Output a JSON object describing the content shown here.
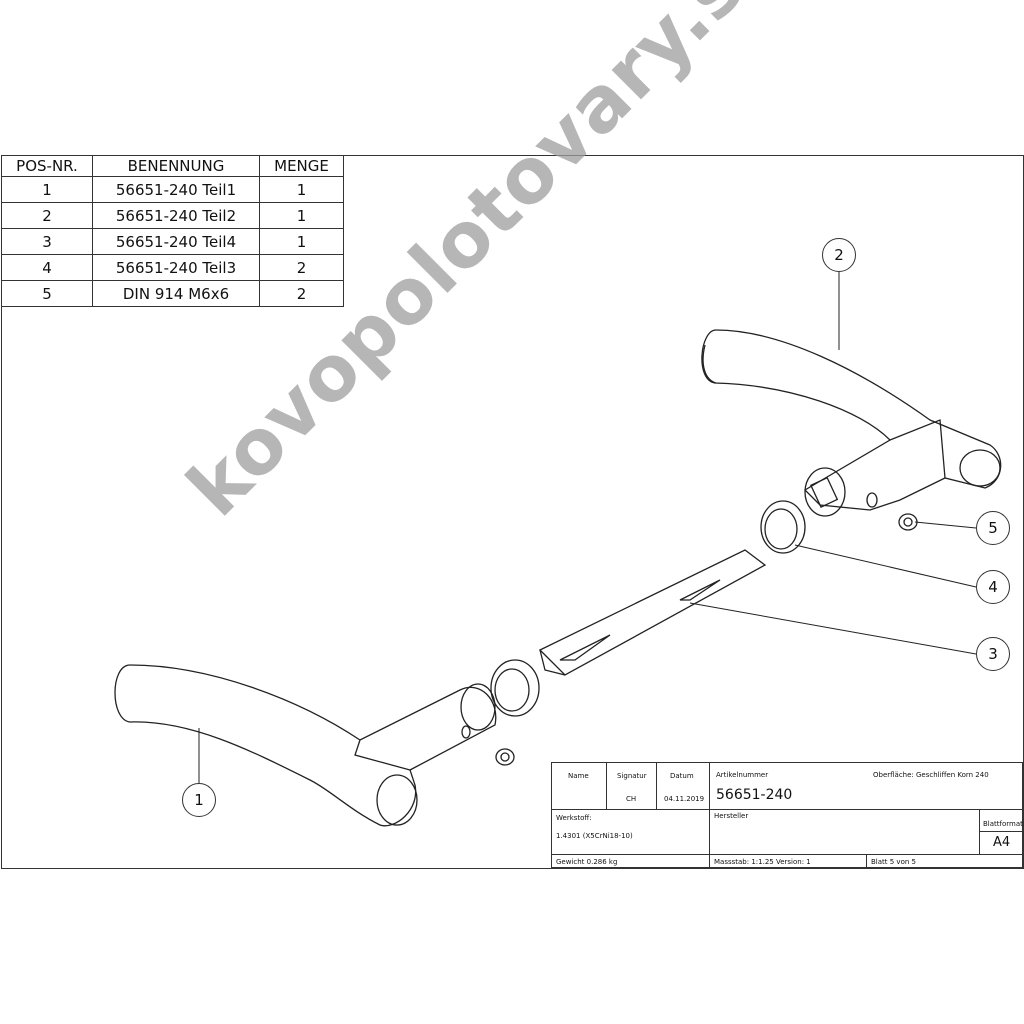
{
  "bom": {
    "headers": [
      "POS-NR.",
      "BENENNUNG",
      "MENGE"
    ],
    "rows": [
      {
        "pos": "1",
        "name": "56651-240 Teil1",
        "qty": "1"
      },
      {
        "pos": "2",
        "name": "56651-240 Teil2",
        "qty": "1"
      },
      {
        "pos": "3",
        "name": "56651-240 Teil4",
        "qty": "1"
      },
      {
        "pos": "4",
        "name": "56651-240 Teil3",
        "qty": "2"
      },
      {
        "pos": "5",
        "name": "DIN 914 M6x6",
        "qty": "2"
      }
    ]
  },
  "watermark": "kovopolotovary.sk",
  "balloons": [
    "1",
    "2",
    "3",
    "4",
    "5"
  ],
  "title_block": {
    "name_label": "Name",
    "signatur_label": "Signatur",
    "datum_label": "Datum",
    "signatur": "CH",
    "datum": "04.11.2019",
    "artikelnummer_label": "Artikelnummer",
    "artikelnummer": "56651-240",
    "oberflaeche": "Oberfläche:  Geschliffen Korn 240",
    "werkstoff_label": "Werkstoff:",
    "werkstoff": "1.4301 (X5CrNi18-10)",
    "hersteller_label": "Hersteller",
    "blattformat_label": "Blattformat",
    "blattformat": "A4",
    "gewicht": "Gewicht 0.286 kg",
    "massstab": "Massstab: 1:1.25    Version: 1",
    "blatt": "Blatt 5 von 5"
  }
}
